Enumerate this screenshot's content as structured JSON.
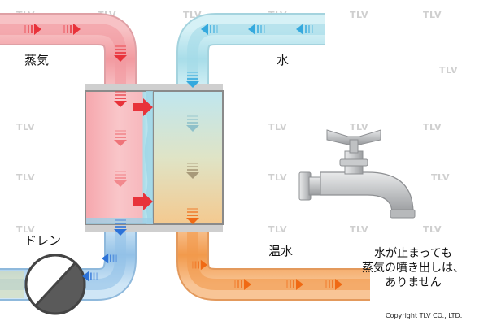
{
  "labels": {
    "steam": "蒸気",
    "water": "水",
    "drain": "ドレン",
    "hot_water": "温水"
  },
  "note": {
    "lines": [
      "水が止まっても",
      "蒸気の噴き出しは、",
      "ありません"
    ]
  },
  "watermark": "TLV",
  "copyright": "Copyright TLV CO., LTD.",
  "colors": {
    "steam_pipe": "#f3a3a8",
    "steam_arrow": "#e8323a",
    "water_pipe": "#b5e3ee",
    "water_arrow": "#35a9de",
    "hot_water_pipe": "#f2a054",
    "hot_water_arrow": "#f06a14",
    "drain_pipe": "#9bc6ea",
    "drain_arrow": "#2c72d8"
  },
  "icons": [
    "flow-arrow-icon",
    "faucet-icon",
    "trap-valve-icon"
  ]
}
